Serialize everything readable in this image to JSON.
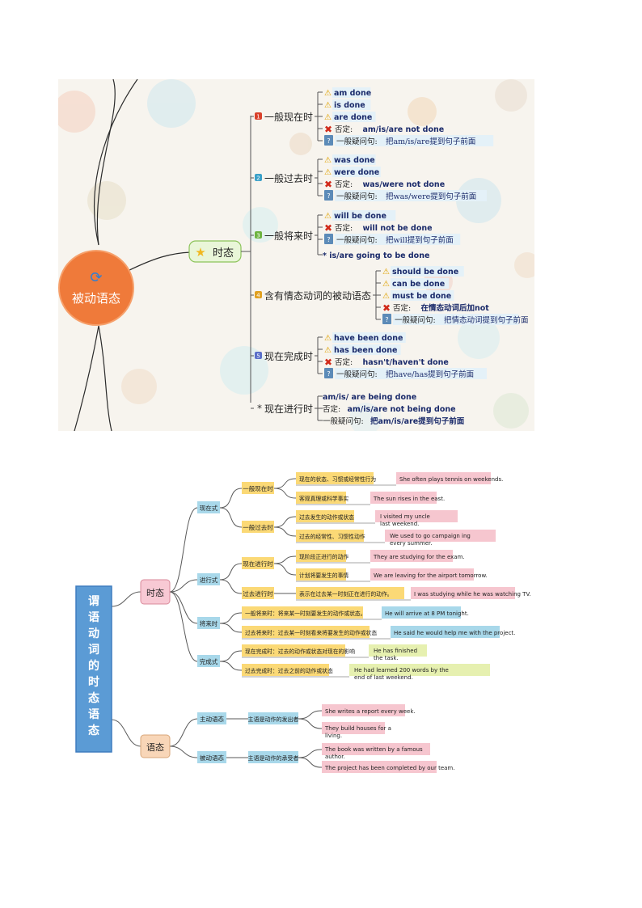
{
  "map1": {
    "root": "被动语态",
    "branch": "时态",
    "groups": [
      {
        "num": "1",
        "label": "一般现在时",
        "items": [
          {
            "kind": "warn",
            "text": "am done"
          },
          {
            "kind": "warn",
            "text": "is done"
          },
          {
            "kind": "warn",
            "text": "are done"
          },
          {
            "kind": "neg",
            "prefix": "否定:",
            "text": "am/is/are not done"
          },
          {
            "kind": "q",
            "prefix": "一般疑问句:",
            "text": "把am/is/are提到句子前面"
          }
        ]
      },
      {
        "num": "2",
        "label": "一般过去时",
        "items": [
          {
            "kind": "warn",
            "text": "was done"
          },
          {
            "kind": "warn",
            "text": "were done"
          },
          {
            "kind": "neg",
            "prefix": "否定:",
            "text": "was/were not done"
          },
          {
            "kind": "q",
            "prefix": "一般疑问句:",
            "text": "把was/were提到句子前面"
          }
        ]
      },
      {
        "num": "3",
        "label": "一般将来时",
        "items": [
          {
            "kind": "warn",
            "text": "will be done"
          },
          {
            "kind": "neg",
            "prefix": "否定:",
            "text": "will not be done"
          },
          {
            "kind": "q",
            "prefix": "一般疑问句:",
            "text": "把will提到句子前面"
          },
          {
            "kind": "star",
            "text": "* is/are going to be done"
          }
        ]
      },
      {
        "num": "4",
        "label": "含有情态动词的被动语态",
        "items": [
          {
            "kind": "warn",
            "text": "should be done"
          },
          {
            "kind": "warn",
            "text": "can be done"
          },
          {
            "kind": "warn",
            "text": "must be done"
          },
          {
            "kind": "neg",
            "prefix": "否定:",
            "text": "在情态动词后加not"
          },
          {
            "kind": "q",
            "prefix": "一般疑问句:",
            "text": "把情态动词提到句子前面"
          }
        ]
      },
      {
        "num": "5",
        "label": "现在完成时",
        "items": [
          {
            "kind": "warn",
            "text": "have been done"
          },
          {
            "kind": "warn",
            "text": "has been done"
          },
          {
            "kind": "neg",
            "prefix": "否定:",
            "text": "hasn't/haven't done"
          },
          {
            "kind": "q",
            "prefix": "一般疑问句:",
            "text": "把have/has提到句子前面"
          }
        ]
      },
      {
        "num": "*",
        "label": "现在进行时",
        "items": [
          {
            "kind": "plain",
            "text": "am/is/ are being done"
          },
          {
            "kind": "plain",
            "prefix": "否定:",
            "text": "am/is/are not being done"
          },
          {
            "kind": "plain",
            "prefix": "一般疑问句:",
            "text": "把am/is/are提到句子前面"
          }
        ]
      }
    ]
  },
  "map2": {
    "root": "谓语动词的时态语态",
    "tense_label": "时态",
    "voice_label": "语态",
    "tense_groups": [
      {
        "label": "现在式"
      },
      {
        "label": "进行式"
      },
      {
        "label": "将来时"
      },
      {
        "label": "完成式"
      }
    ],
    "sub_nodes": [
      "一般现在时",
      "一般过去时",
      "现在进行时",
      "过去进行时"
    ],
    "rules": [
      {
        "rule": "现在的状态、习惯或经常性行为",
        "example": "She often plays tennis on weekends."
      },
      {
        "rule": "客观真理或科学事实",
        "example": "The sun rises in the east."
      },
      {
        "rule": "过去发生的动作或状态",
        "example": "I visited my uncle last weekend."
      },
      {
        "rule": "过去的经常性、习惯性动作",
        "example": "We used to go campaign ing every summer."
      },
      {
        "rule": "现阶段正进行的动作",
        "example": "They are studying for the exam."
      },
      {
        "rule": "计划将要发生的事情",
        "example": "We are leaving for the airport tomorrow."
      },
      {
        "rule": "表示在过去某一时刻正在进行的动作。",
        "example": "I was studying while he was watching TV."
      },
      {
        "rule": "一般将来时：将来某一时刻要发生的动作或状态。",
        "example": "He will arrive at 8 PM tonight."
      },
      {
        "rule": "过去将来时：过去某一时刻看来将要发生的动作或状态",
        "example": "He said he would help me with the project."
      },
      {
        "rule": "现在完成时：过去的动作或状态对现在的影响",
        "example": "He has  finished  the task."
      },
      {
        "rule": "过去完成时：过去之前的动作或状态",
        "example": "He had  learned 200 words  by the end of last weekend."
      }
    ],
    "voice_groups": [
      {
        "label": "主动语态",
        "desc": "主语是动作的发出者",
        "examples": [
          "She writes a report every week.",
          "They build houses for a living."
        ]
      },
      {
        "label": "被动语态",
        "desc": "主语是动作的承受者",
        "examples": [
          "The book was written by a famous author.",
          "The project has been completed by our team."
        ]
      }
    ],
    "colors": {
      "root": "#5b9bd5",
      "tense": "#f8c9d4",
      "voice": "#f8d6b8",
      "group": "#a8d8ea",
      "rule": "#fbd976",
      "example_pink": "#f6c6cf",
      "example_blue": "#a8d8ea",
      "example_green": "#e6f0b0"
    }
  }
}
